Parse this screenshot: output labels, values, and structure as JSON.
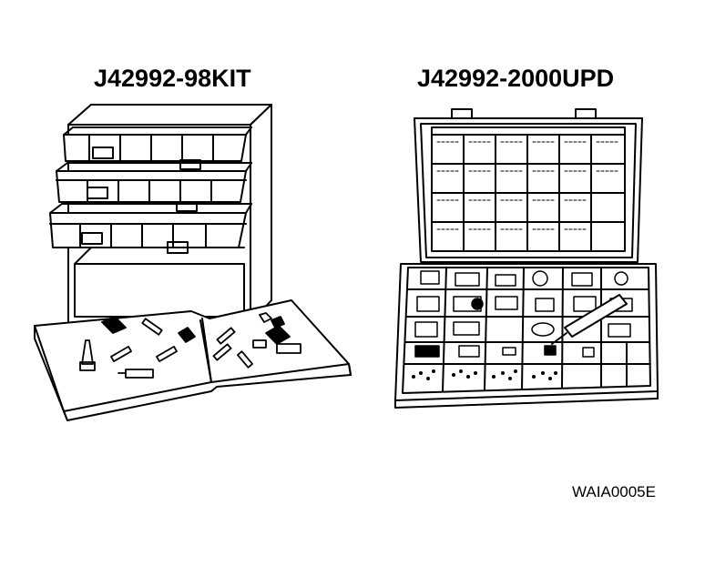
{
  "kits": [
    {
      "part_number": "J42992-98KIT"
    },
    {
      "part_number": "J42992-2000UPD"
    }
  ],
  "figure_code": "WAIA0005E"
}
